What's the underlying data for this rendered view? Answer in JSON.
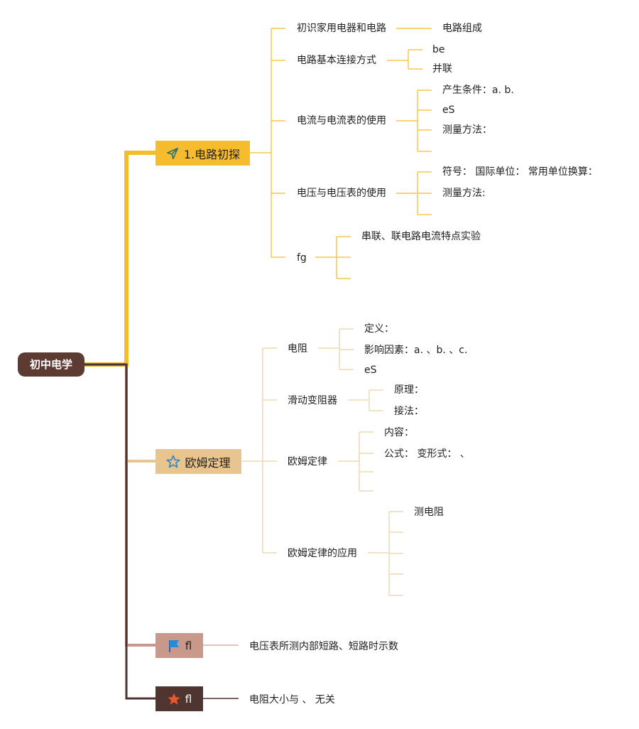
{
  "root": {
    "label": "初中电学"
  },
  "branches": [
    {
      "label": "1.电路初探",
      "icon": "paper-plane-icon",
      "color": "#f5bc2e",
      "children": [
        {
          "label": "初识家用电器和电路",
          "children": [
            "电路组成"
          ]
        },
        {
          "label": "电路基本连接方式",
          "children": [
            "be",
            "并联"
          ]
        },
        {
          "label": "电流与电流表的使用",
          "children": [
            "产生条件：a. b.",
            "eS",
            "测量方法：",
            ""
          ]
        },
        {
          "label": "电压与电压表的使用",
          "children": [
            "符号： 国际单位： 常用单位换算：",
            "测量方法:",
            ""
          ]
        },
        {
          "label": "fg",
          "children": [
            "串联、联电路电流特点实验",
            "",
            ""
          ]
        }
      ]
    },
    {
      "label": "欧姆定理",
      "icon": "star-outline-icon",
      "color": "#e8c48e",
      "children": [
        {
          "label": "电阻",
          "children": [
            "定义：",
            "影响因素：a. 、b. 、c.",
            "eS"
          ]
        },
        {
          "label": "滑动变阻器",
          "children": [
            "原理：",
            "接法："
          ]
        },
        {
          "label": "欧姆定律",
          "children": [
            "内容：",
            "公式： 变形式： 、",
            "",
            ""
          ]
        },
        {
          "label": "欧姆定律的应用",
          "children": [
            "测电阻",
            "",
            "",
            "",
            ""
          ]
        }
      ]
    },
    {
      "label": "fl",
      "icon": "flag-icon",
      "color": "#c8998a",
      "children": [
        {
          "label": "电压表所测内部短路、短路时示数"
        }
      ]
    },
    {
      "label": "fl",
      "icon": "star-filled-icon",
      "color": "#4e3530",
      "children": [
        {
          "label": "电阻大小与 、 无关"
        }
      ]
    }
  ]
}
